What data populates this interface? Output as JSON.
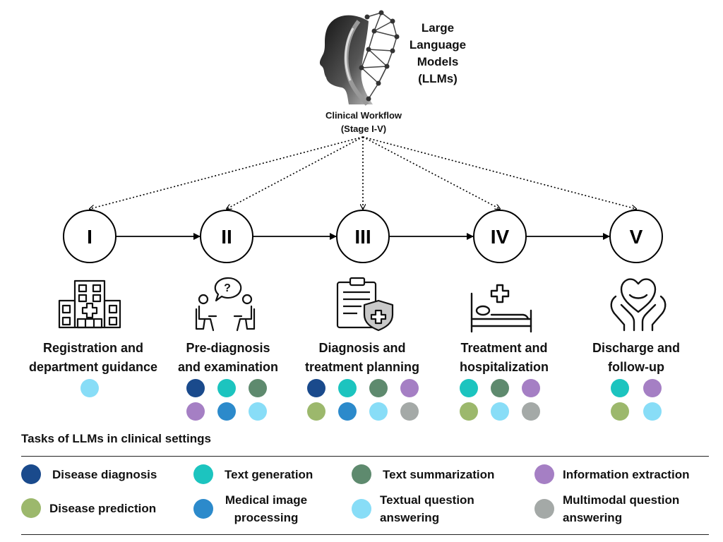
{
  "header": {
    "llm_lines": [
      "Large",
      "Language",
      "Models",
      "(LLMs)"
    ],
    "workflow_lines": [
      "Clinical Workflow",
      "(Stage I-V)"
    ]
  },
  "stages": [
    {
      "numeral": "I",
      "label_lines": [
        "Registration and",
        "department guidance"
      ],
      "icon": "hospital-icon",
      "tasks": [
        "textual_qa"
      ]
    },
    {
      "numeral": "II",
      "label_lines": [
        "Pre-diagnosis",
        "and examination"
      ],
      "icon": "consultation-icon",
      "tasks": [
        "disease_diagnosis",
        "text_generation",
        "text_summarization",
        "information_extraction",
        "medical_image_processing",
        "textual_qa"
      ]
    },
    {
      "numeral": "III",
      "label_lines": [
        "Diagnosis and",
        "treatment planning"
      ],
      "icon": "clipboard-shield-icon",
      "tasks": [
        "disease_diagnosis",
        "text_generation",
        "text_summarization",
        "information_extraction",
        "disease_prediction",
        "medical_image_processing",
        "textual_qa",
        "multimodal_qa"
      ]
    },
    {
      "numeral": "IV",
      "label_lines": [
        "Treatment and",
        "hospitalization"
      ],
      "icon": "hospital-bed-icon",
      "tasks": [
        "text_generation",
        "text_summarization",
        "information_extraction",
        "disease_prediction",
        "textual_qa",
        "multimodal_qa"
      ]
    },
    {
      "numeral": "V",
      "label_lines": [
        "Discharge and",
        "follow-up"
      ],
      "icon": "care-hands-heart-icon",
      "tasks": [
        "text_generation",
        "information_extraction",
        "disease_prediction",
        "textual_qa"
      ]
    }
  ],
  "legend": {
    "title": "Tasks of LLMs in clinical settings",
    "items": [
      {
        "key": "disease_diagnosis",
        "label": "Disease diagnosis",
        "color": "#1a4a8c"
      },
      {
        "key": "text_generation",
        "label": "Text generation",
        "color": "#1cc4bf"
      },
      {
        "key": "text_summarization",
        "label": "Text summarization",
        "color": "#5e8a6e"
      },
      {
        "key": "information_extraction",
        "label": "Information extraction",
        "color": "#a57fc4"
      },
      {
        "key": "disease_prediction",
        "label": "Disease prediction",
        "color": "#9cb86c"
      },
      {
        "key": "medical_image_processing",
        "label": "Medical image processing",
        "color": "#2c8acb"
      },
      {
        "key": "textual_qa",
        "label": "Textual question answering",
        "color": "#88ddf7"
      },
      {
        "key": "multimodal_qa",
        "label": "Multimodal question answering",
        "color": "#a4a9a7"
      }
    ]
  }
}
